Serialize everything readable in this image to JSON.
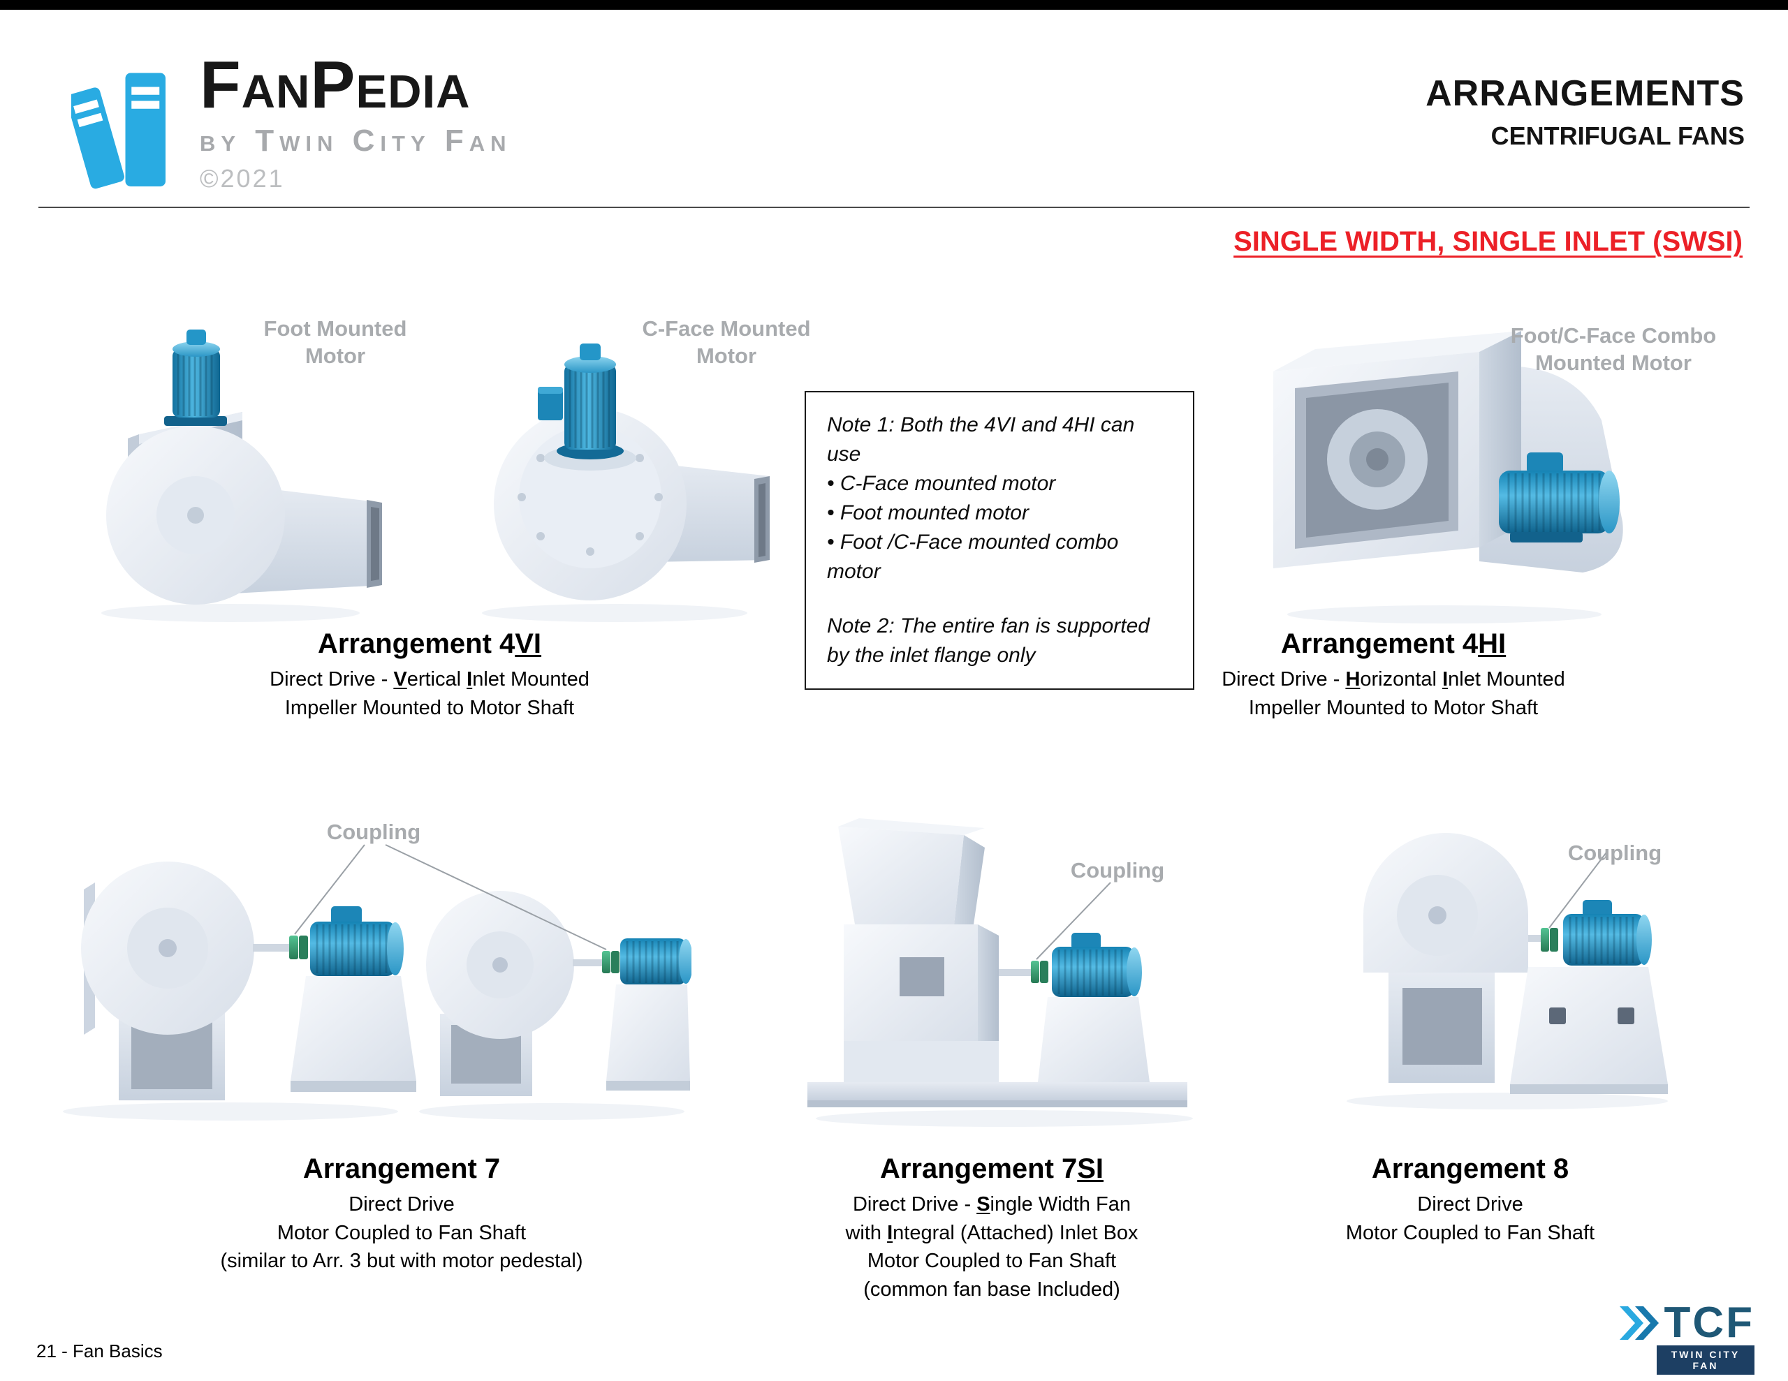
{
  "header": {
    "logo_title": "FanPedia",
    "logo_subtitle": "by Twin City Fan",
    "logo_year": "©2021",
    "title": "ARRANGEMENTS",
    "subtitle": "CENTRIFUGAL FANS"
  },
  "section_heading": "SINGLE WIDTH, SINGLE INLET (SWSI)",
  "note_box": {
    "note1": "Note 1: Both the 4VI and 4HI can use",
    "bullets": [
      "• C-Face mounted motor",
      "• Foot mounted motor",
      "• Foot /C-Face mounted combo motor"
    ],
    "note2": "Note 2: The entire fan is supported by the inlet flange only"
  },
  "figure_labels": {
    "foot_line1": "Foot Mounted",
    "foot_line2": "Motor",
    "cface_line1": "C-Face Mounted",
    "cface_line2": "Motor",
    "combo_line1": "Foot/C-Face Combo",
    "combo_line2": "Mounted Motor",
    "coupling": "Coupling"
  },
  "arrangements": {
    "a4vi": {
      "title": [
        {
          "t": "Arrangement 4"
        },
        {
          "t": "VI",
          "u": true
        }
      ],
      "line1": [
        {
          "t": "Direct Drive - "
        },
        {
          "t": "V",
          "u": true
        },
        {
          "t": "ertical "
        },
        {
          "t": "I",
          "u": true
        },
        {
          "t": "nlet Mounted"
        }
      ],
      "line2": [
        {
          "t": "Impeller Mounted to Motor Shaft"
        }
      ]
    },
    "a4hi": {
      "title": [
        {
          "t": "Arrangement 4"
        },
        {
          "t": "HI",
          "u": true
        }
      ],
      "line1": [
        {
          "t": "Direct Drive - "
        },
        {
          "t": "H",
          "u": true
        },
        {
          "t": "orizontal "
        },
        {
          "t": "I",
          "u": true
        },
        {
          "t": "nlet Mounted"
        }
      ],
      "line2": [
        {
          "t": "Impeller Mounted to Motor Shaft"
        }
      ]
    },
    "a7": {
      "title": [
        {
          "t": "Arrangement 7"
        }
      ],
      "line1": [
        {
          "t": "Direct Drive"
        }
      ],
      "line2": [
        {
          "t": "Motor Coupled to Fan Shaft"
        }
      ],
      "line3": [
        {
          "t": "(similar to Arr. 3 but with motor pedestal)"
        }
      ]
    },
    "a7si": {
      "title": [
        {
          "t": "Arrangement 7"
        },
        {
          "t": "SI",
          "u": true
        }
      ],
      "line1": [
        {
          "t": "Direct Drive - "
        },
        {
          "t": "S",
          "u": true
        },
        {
          "t": "ingle Width Fan"
        }
      ],
      "line2": [
        {
          "t": "with "
        },
        {
          "t": "I",
          "u": true
        },
        {
          "t": "ntegral (Attached) Inlet Box"
        }
      ],
      "line3": [
        {
          "t": "Motor Coupled to Fan Shaft"
        }
      ],
      "line4": [
        {
          "t": "(common fan base Included)"
        }
      ]
    },
    "a8": {
      "title": [
        {
          "t": "Arrangement 8"
        }
      ],
      "line1": [
        {
          "t": "Direct Drive"
        }
      ],
      "line2": [
        {
          "t": "Motor Coupled to Fan Shaft"
        }
      ]
    }
  },
  "footer": {
    "page_label": "21 - Fan Basics",
    "tcf_acronym": "TCF",
    "tcf_name": "TWIN CITY FAN"
  },
  "colors": {
    "accent_red": "#ec2027",
    "motor_blue": "#2b9fd6",
    "logo_blue": "#29abe2",
    "coupling_green": "#3aa876"
  }
}
